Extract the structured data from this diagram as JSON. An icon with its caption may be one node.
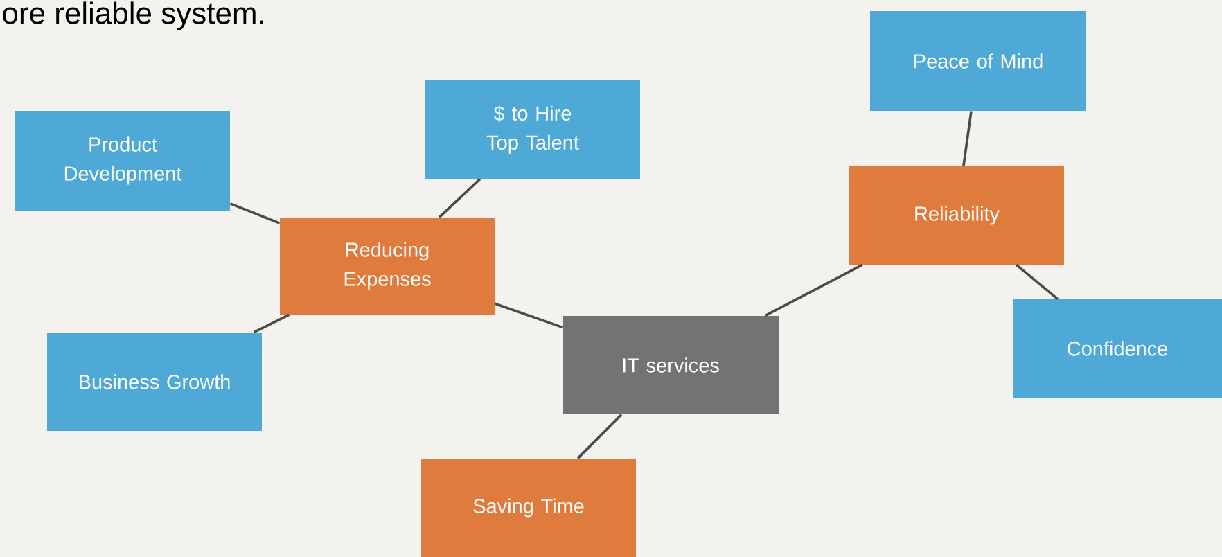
{
  "diagram": {
    "nodes": [
      {
        "text": [
          "IT services"
        ]
      },
      {
        "text": [
          "Reducing Expenses"
        ]
      },
      {
        "text": [
          "Product Development"
        ]
      },
      {
        "text": [
          "$ to Hire Top Talent"
        ]
      },
      {
        "text": [
          "Business Growth"
        ]
      },
      {
        "text": [
          "Saving Time"
        ]
      },
      {
        "text": [
          "Reliability"
        ]
      },
      {
        "text": [
          "Peace of Mind"
        ]
      },
      {
        "text": [
          "Confidence"
        ]
      }
    ],
    "edges": [
      {
        "from": 0,
        "to": 1,
        "arrow": "none"
      },
      {
        "from": 1,
        "to": 2,
        "arrow": "none"
      },
      {
        "from": 1,
        "to": 3,
        "arrow": "none"
      },
      {
        "from": 1,
        "to": 4,
        "arrow": "none"
      },
      {
        "from": 0,
        "to": 5,
        "arrow": "none"
      },
      {
        "from": 0,
        "to": 6,
        "arrow": "none"
      },
      {
        "from": 6,
        "to": 7,
        "arrow": "none"
      },
      {
        "from": 6,
        "to": 8,
        "arrow": "none"
      }
    ],
    "labels": [
      "ore reliable system."
    ]
  }
}
